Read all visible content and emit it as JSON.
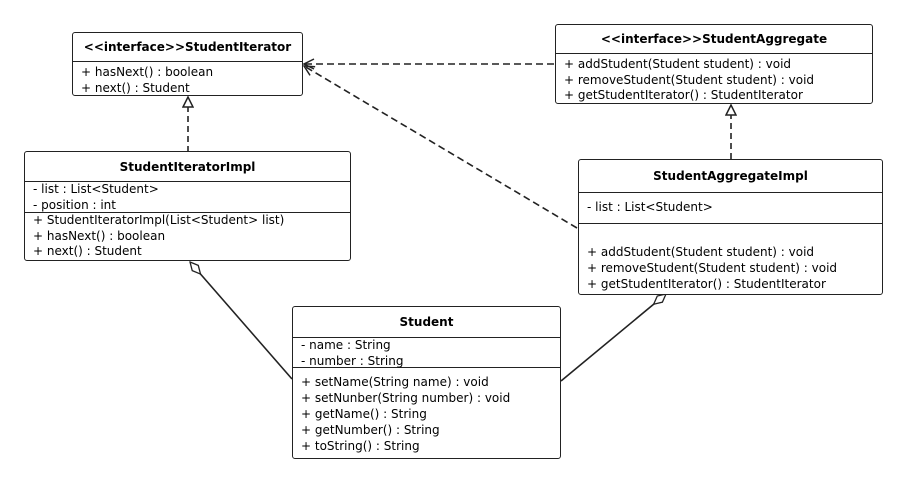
{
  "classes": {
    "student_iterator": {
      "name": "<<interface>>StudentIterator",
      "operations": [
        "+ hasNext()   : boolean",
        "+ next() : Student"
      ]
    },
    "student_aggregate": {
      "name": "<<interface>>StudentAggregate",
      "operations": [
        "+ addStudent(Student student) : void",
        "+ removeStudent(Student student) : void",
        "+ getStudentIterator() : StudentIterator"
      ]
    },
    "student_iterator_impl": {
      "name": "StudentIteratorImpl",
      "attributes": [
        "- list : List<Student>",
        "- position : int"
      ],
      "operations": [
        "+ StudentIteratorImpl(List<Student> list)",
        "+ hasNext()   : boolean",
        "+ next() : Student"
      ]
    },
    "student_aggregate_impl": {
      "name": "StudentAggregateImpl",
      "attributes": [
        "- list : List<Student>"
      ],
      "operations": [
        "+ addStudent(Student student) : void",
        "+ removeStudent(Student student) : void",
        "+ getStudentIterator() : StudentIterator"
      ]
    },
    "student": {
      "name": "Student",
      "attributes": [
        "- name : String",
        "- number : String"
      ],
      "operations": [
        "+ setName(String name) : void",
        "+ setNunber(String number) : void",
        "+ getName() : String",
        "+ getNumber() : String",
        "+ toString() : String"
      ]
    }
  },
  "relations": [
    {
      "type": "realization",
      "from": "student_iterator_impl",
      "to": "student_iterator"
    },
    {
      "type": "realization",
      "from": "student_aggregate_impl",
      "to": "student_aggregate"
    },
    {
      "type": "dependency",
      "from": "student_aggregate",
      "to": "student_iterator"
    },
    {
      "type": "dependency",
      "from": "student_aggregate_impl",
      "to": "student_iterator"
    },
    {
      "type": "aggregation",
      "from": "student_iterator_impl",
      "to": "student"
    },
    {
      "type": "aggregation",
      "from": "student_aggregate_impl",
      "to": "student"
    }
  ]
}
